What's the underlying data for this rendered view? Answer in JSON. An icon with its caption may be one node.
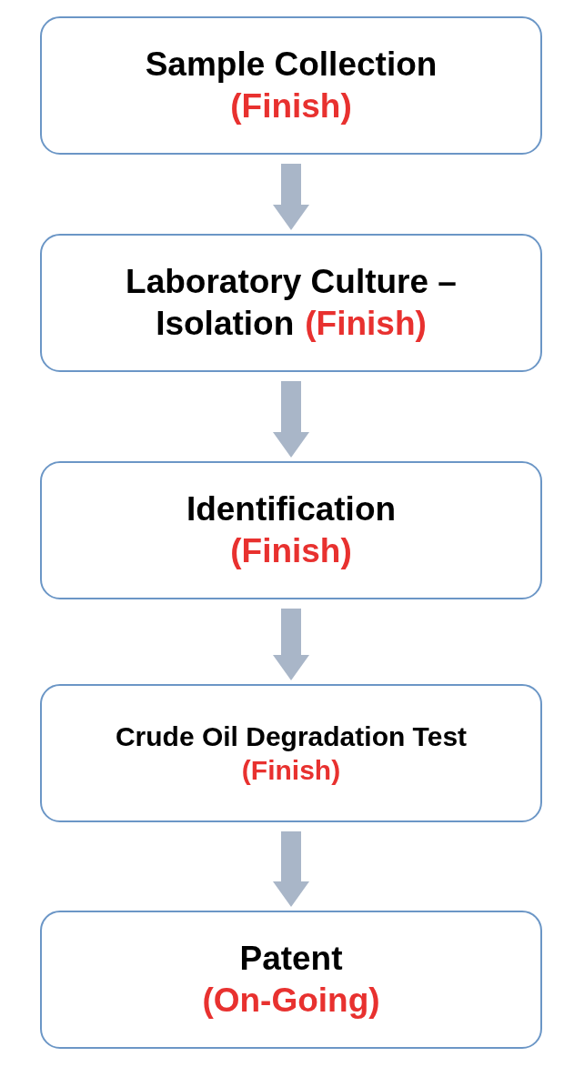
{
  "diagram": {
    "nodes": [
      {
        "text": [
          "Sample Collection",
          "(Finish)"
        ]
      },
      {
        "text": [
          "Laboratory Culture – Isolation",
          "(Finish)"
        ]
      },
      {
        "text": [
          "Identification",
          "(Finish)"
        ]
      },
      {
        "text": [
          "Crude Oil Degradation Test",
          "(Finish)"
        ]
      },
      {
        "text": [
          "Patent",
          "(On-Going)"
        ]
      }
    ],
    "edges": [
      {
        "from": 0,
        "to": 1,
        "arrow": "to"
      },
      {
        "from": 1,
        "to": 2,
        "arrow": "to"
      },
      {
        "from": 2,
        "to": 3,
        "arrow": "to"
      },
      {
        "from": 3,
        "to": 4,
        "arrow": "to"
      }
    ]
  }
}
